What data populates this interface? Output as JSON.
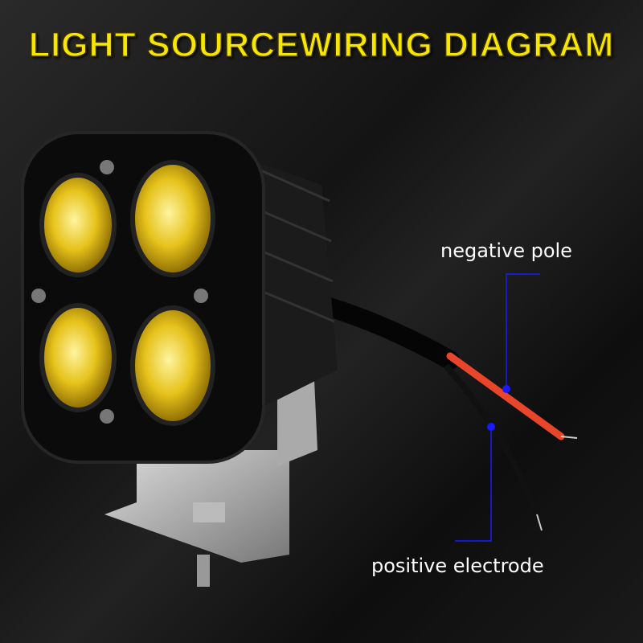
{
  "title": "LIGHT SOURCEWIRING DIAGRAM",
  "labels": {
    "negative": "negative pole",
    "positive": "positive electrode"
  },
  "colors": {
    "title": "#f7e600",
    "callout": "#1a1aff",
    "red_wire": "#e8452a",
    "lens": "#e6c21a"
  }
}
